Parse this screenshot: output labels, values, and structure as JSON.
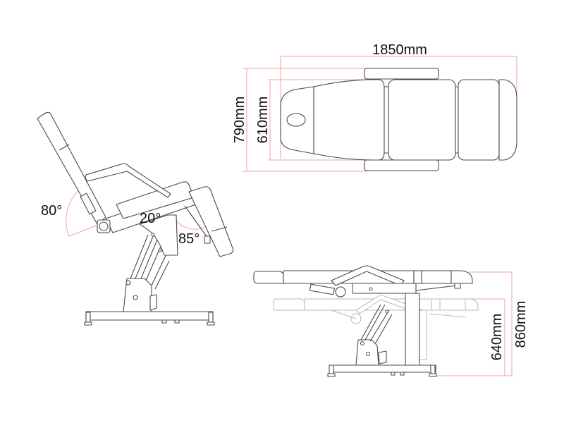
{
  "diagram": {
    "subject": "Electric treatment / tattoo chair technical drawing",
    "views": {
      "side_reclined": {
        "angles": {
          "backrest": "80°",
          "seat": "20°",
          "legrest": "85°"
        }
      },
      "top": {
        "length": "1850mm",
        "width_with_armrests": "790mm",
        "width_mattress": "610mm"
      },
      "side_flat": {
        "min_height": "640mm",
        "max_height": "860mm"
      }
    },
    "colors": {
      "outline": "#4a4a4a",
      "ghost_outline": "#b8b8b8",
      "dimension_lines": "#f2a0a0",
      "text": "#111111"
    }
  }
}
